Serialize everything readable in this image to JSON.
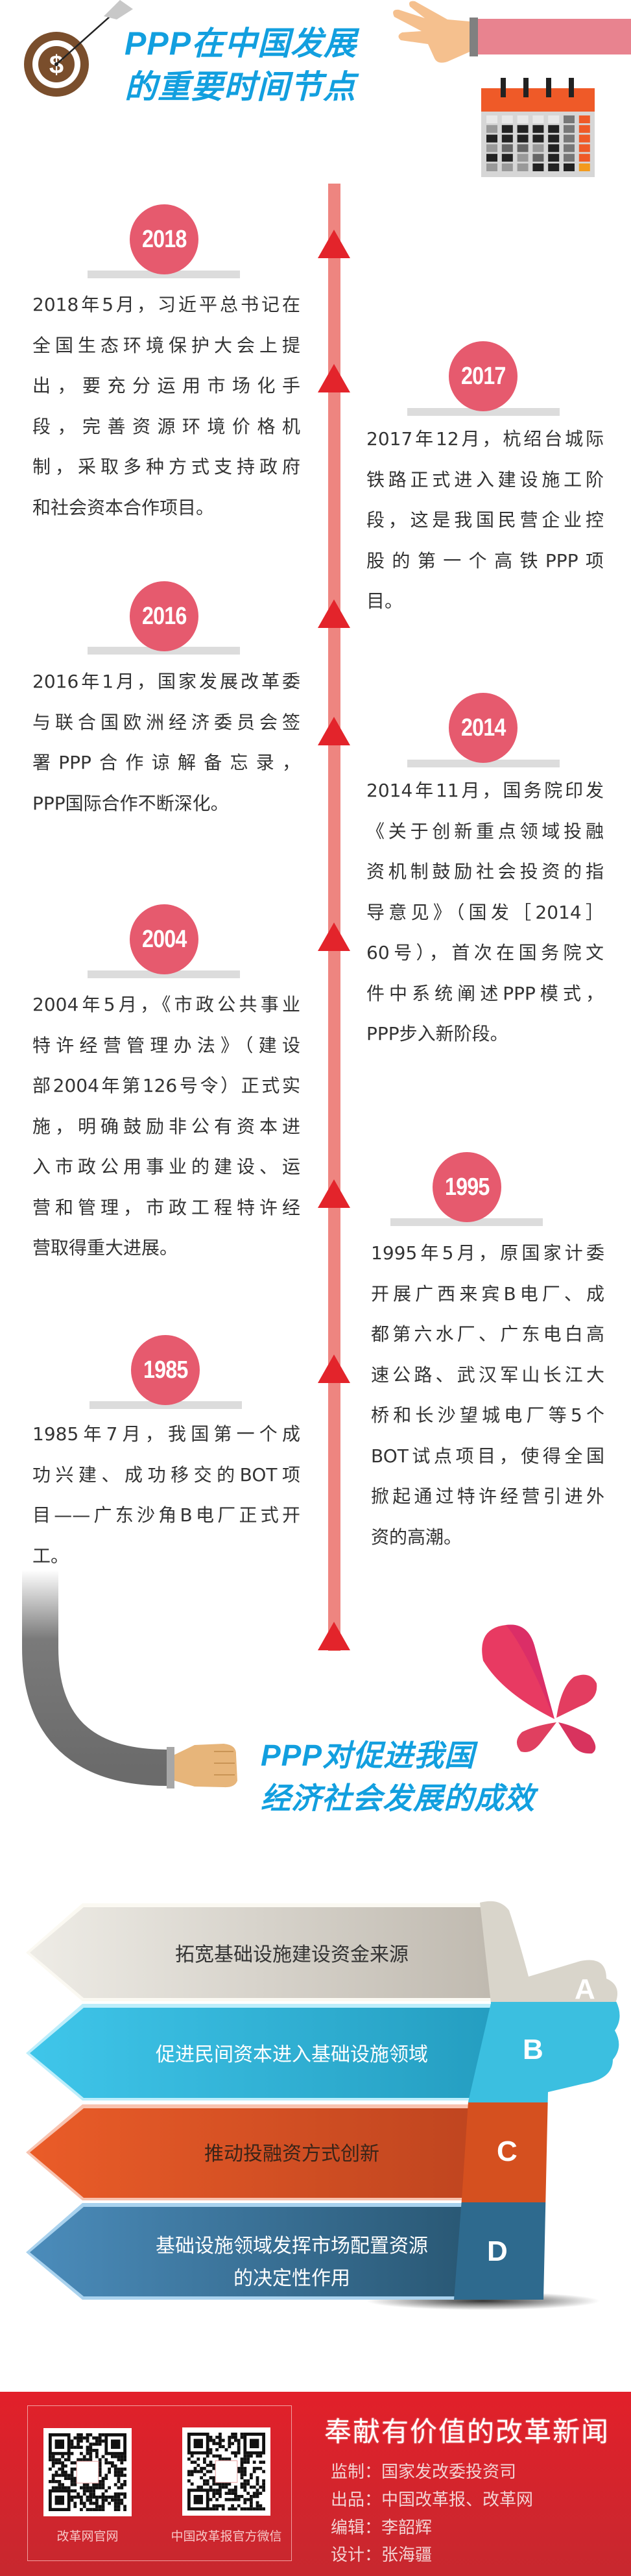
{
  "header": {
    "title_lines": [
      "PPP在中国发展",
      "的重要时间节点"
    ],
    "icons": [
      "target-dollar-icon",
      "reaching-hand-icon",
      "calendar-icon"
    ]
  },
  "timeline": {
    "line_color": "#ee8580",
    "arrow_color": "#e3242b",
    "circle_color": "#e65a6e",
    "entries": [
      {
        "year": "2018",
        "side": "left",
        "lines": [
          "2018年5月，习近平总书记在",
          "全国生态环境保护大会上提",
          "出，要充分运用市场化手",
          "段，完善资源环境价格机",
          "制，采取多种方式支持政府",
          "和社会资本合作项目。"
        ]
      },
      {
        "year": "2017",
        "side": "right",
        "lines": [
          "2017年12月，杭绍台城际",
          "铁路正式进入建设施工阶",
          "段，这是我国民营企业控",
          "股的第一个高铁PPP项",
          "目。"
        ]
      },
      {
        "year": "2016",
        "side": "left",
        "lines": [
          "2016年1月，国家发展改革委",
          "与联合国欧洲经济委员会签",
          "署PPP合作谅解备忘录，",
          "PPP国际合作不断深化。"
        ]
      },
      {
        "year": "2014",
        "side": "right",
        "lines": [
          "2014年11月，国务院印发",
          "《关于创新重点领域投融",
          "资机制鼓励社会投资的指",
          "导意见》（国发［2014］",
          "60号），首次在国务院文",
          "件中系统阐述PPP模式，",
          "PPP步入新阶段。"
        ]
      },
      {
        "year": "2004",
        "side": "left",
        "lines": [
          "2004年5月，《市政公共事业",
          "特许经营管理办法》（建设",
          "部2004年第126号令）正式实",
          "施，明确鼓励非公有资本进",
          "入市政公用事业的建设、运",
          "营和管理，市政工程特许经",
          "营取得重大进展。"
        ]
      },
      {
        "year": "1995",
        "side": "right",
        "lines": [
          "1995年5月，原国家计委",
          "开展广西来宾B电厂、成",
          "都第六水厂、广东电白高",
          "速公路、武汉军山长江大",
          "桥和长沙望城电厂等5个",
          "BOT试点项目，使得全国",
          "掀起通过特许经营引进外",
          "资的高潮。"
        ]
      },
      {
        "year": "1985",
        "side": "left",
        "lines": [
          "1985年7月，我国第一个成",
          "功兴建、成功移交的BOT项",
          "目——广东沙角B电厂正式开",
          "工。"
        ]
      }
    ]
  },
  "effects": {
    "title_lines": [
      "PPP对促进我国",
      "经济社会发展的成效"
    ],
    "items": [
      {
        "letter": "A",
        "lines": [
          "拓宽基础设施建设资金来源"
        ],
        "color": "#d9d5cb",
        "text_color": "#333333"
      },
      {
        "letter": "B",
        "lines": [
          "促进民间资本进入基础设施领域"
        ],
        "color": "#3bbfe0",
        "text_color": "#ffffff"
      },
      {
        "letter": "C",
        "lines": [
          "推动投融资方式创新"
        ],
        "color": "#d5501f",
        "text_color": "#3a2418"
      },
      {
        "letter": "D",
        "lines": [
          "基础设施领域发挥市场配置资源",
          "的决定性作用"
        ],
        "color": "#2e6a8e",
        "text_color": "#ffffff"
      }
    ]
  },
  "footer": {
    "slogan": "奉献有价值的改革新闻",
    "qr_codes": [
      {
        "label": "改革网官网"
      },
      {
        "label": "中国改革报官方微信"
      }
    ],
    "credits": [
      "监制：国家发改委投资司",
      "出品：中国改革报、改革网",
      "编辑：李韶辉",
      "设计：张海疆"
    ],
    "background": "#e2202a"
  }
}
